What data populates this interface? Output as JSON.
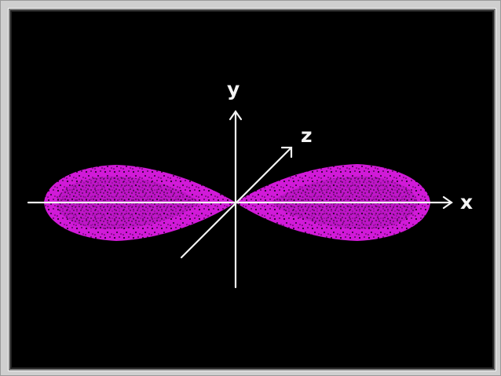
{
  "diagram": {
    "axes": {
      "x_label": "x",
      "y_label": "y",
      "z_label": "z"
    },
    "colors": {
      "background": "#000000",
      "frame": "#cfcfcf",
      "axis": "#f2f2f2",
      "lobe": "#d11ad8"
    },
    "shape": "orbital-lobes-along-x-axis"
  }
}
